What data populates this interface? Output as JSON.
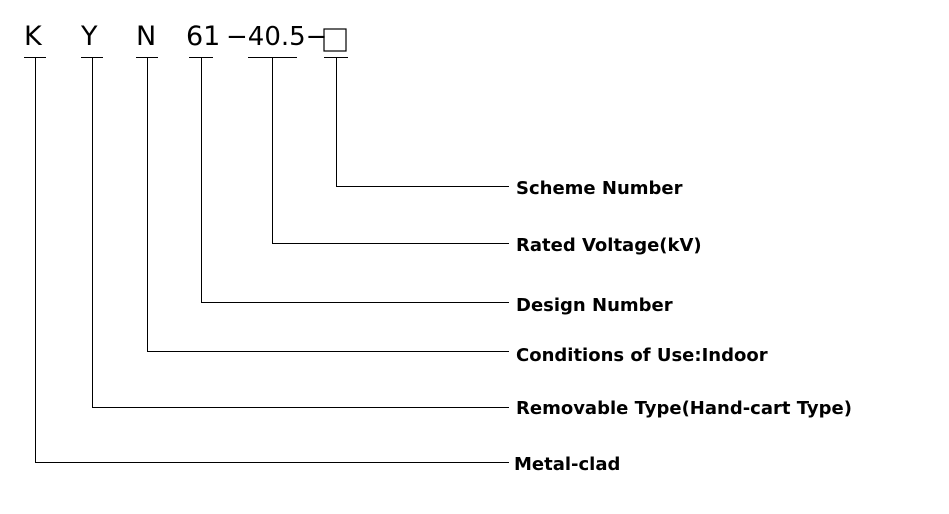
{
  "model_code": {
    "letters": [
      "K",
      "Y",
      "N",
      "61",
      "−40.5−"
    ],
    "box_symbol": "□"
  },
  "legend": {
    "scheme": "Scheme Number",
    "voltage": "Rated Voltage(kV)",
    "design": "Design Number",
    "conditions": "Conditions of Use:Indoor",
    "removable": "Removable Type(Hand-cart Type)",
    "metal": "Metal-clad"
  }
}
